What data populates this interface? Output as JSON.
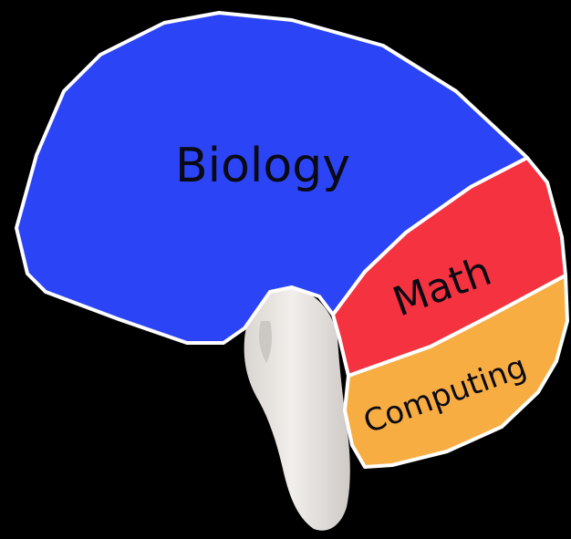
{
  "diagram": {
    "regions": [
      {
        "id": "biology",
        "label": "Biology",
        "color": "#2b44f5"
      },
      {
        "id": "math",
        "label": "Math",
        "color": "#f5323f"
      },
      {
        "id": "computing",
        "label": "Computing",
        "color": "#f7ad42"
      }
    ],
    "outline_color": "#ffffff",
    "brainstem_color": "#ece8e4",
    "background_color": "#000000"
  }
}
